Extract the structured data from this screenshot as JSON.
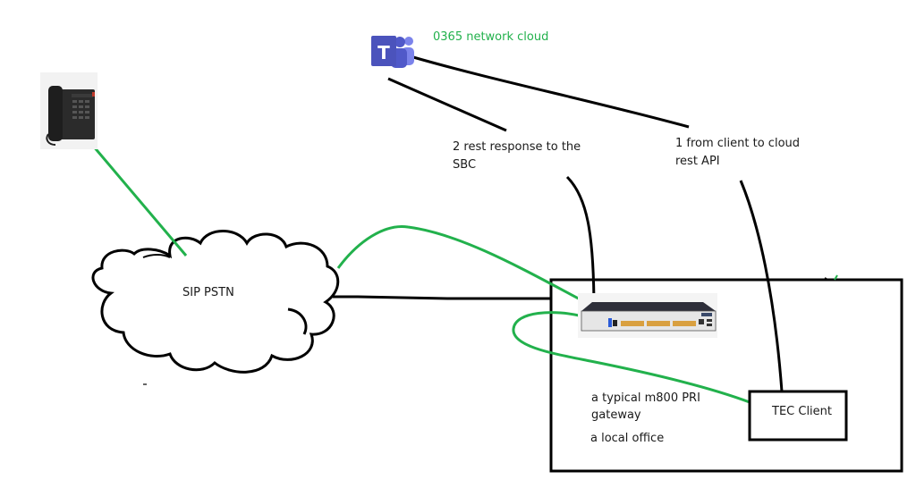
{
  "colors": {
    "link_green": "#22b14c",
    "link_black": "#000000",
    "teams_purple": "#5059c9",
    "teams_purple_dark": "#4b53bc",
    "label_green": "#22b14c"
  },
  "nodes": {
    "cloud_o365": {
      "icon": "teams-logo-icon",
      "label": "0365 network cloud"
    },
    "phone": {
      "icon": "desk-phone-icon"
    },
    "sip_pstn": {
      "icon": "cloud-shape",
      "label": "SIP PSTN"
    },
    "gateway": {
      "icon": "m800-gateway-device-icon",
      "label_line1": "a typical m800 PRI",
      "label_line2": "gateway"
    },
    "office": {
      "label": "a local office"
    },
    "tec_client": {
      "label": "TEC Client"
    }
  },
  "edges": {
    "rest_response": {
      "label_line1": "2 rest response to the",
      "label_line2": "SBC",
      "from": "cloud_o365",
      "to": "gateway",
      "color": "black"
    },
    "client_to_cloud": {
      "label_line1": "1 from client to cloud",
      "label_line2": "rest API",
      "from": "tec_client",
      "to": "cloud_o365",
      "color": "black"
    },
    "phone_to_pstn": {
      "from": "phone",
      "to": "sip_pstn",
      "color": "green"
    },
    "pstn_to_gateway_green": {
      "from": "sip_pstn",
      "to": "gateway",
      "color": "green"
    },
    "pstn_to_office_black": {
      "from": "sip_pstn",
      "to": "office",
      "color": "black"
    },
    "gateway_to_client_green": {
      "from": "gateway",
      "to": "tec_client",
      "color": "green"
    }
  }
}
